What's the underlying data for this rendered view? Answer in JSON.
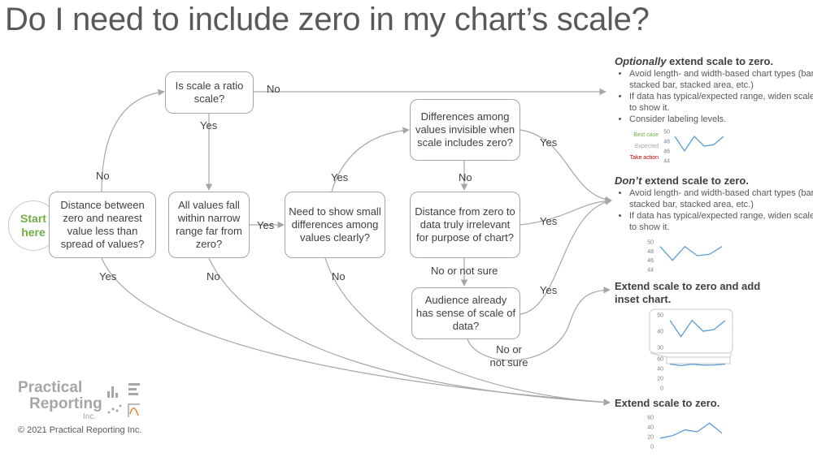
{
  "title": "Do I need to include zero in my chart’s scale?",
  "start": "Start here",
  "boxes": {
    "distance": "Distance between zero and nearest value less than spread of values?",
    "ratio": "Is scale a ratio scale?",
    "narrow": "All values fall within narrow range far from zero?",
    "small_diff": "Need to show small differences among values clearly?",
    "invisible": "Differences among values invisible when scale includes zero?",
    "irrelevant": "Distance from zero to data truly irrelevant for purpose of chart?",
    "audience": "Audience already has sense of scale of data?"
  },
  "labels": {
    "no_distance": "No",
    "yes_distance": "Yes",
    "no_ratio": "No",
    "yes_ratio": "Yes",
    "yes_narrow": "Yes",
    "no_narrow": "No",
    "yes_small": "Yes",
    "no_small": "No",
    "yes_invisible": "Yes",
    "no_invisible": "No",
    "yes_irrelevant": "Yes",
    "notsure_irrelevant": "No or not sure",
    "yes_audience": "Yes",
    "notsure_audience_1": "No or",
    "notsure_audience_2": "not sure"
  },
  "outcomes": {
    "optional": {
      "head_em": "Optionally",
      "head_rest": " extend scale to zero.",
      "bullets": [
        "Avoid length- and width-based chart types (bar, stacked bar, stacked area, etc.)",
        "If data has typical/expected range, widen scale to show it.",
        "Consider labeling levels."
      ]
    },
    "dont": {
      "head_em": "Don’t",
      "head_rest": " extend scale to zero.",
      "bullets": [
        "Avoid length- and width-based chart types (bar, stacked bar, stacked area, etc.)",
        "If data has typical/expected range, widen scale to show it."
      ]
    },
    "inset": {
      "head": "Extend scale to zero and add inset chart."
    },
    "extend": {
      "head": "Extend scale to zero."
    }
  },
  "mini_charts": {
    "levels": [
      "Best case",
      "Expected",
      "Take action"
    ],
    "level_colors": [
      "#70ad47",
      "#a6a6a6",
      "#c00000"
    ],
    "line_color": "#5b9bd5",
    "ticks_44_50": [
      "50",
      "48",
      "46",
      "44"
    ],
    "ticks_0_50": [
      "50",
      "40",
      "30"
    ],
    "ticks_0_60": [
      "60",
      "40",
      "20",
      "0"
    ],
    "series_narrow": [
      49,
      46,
      49,
      47,
      47.3,
      49
    ],
    "series_inset": [
      49,
      46,
      49,
      47,
      47.3,
      49
    ],
    "series_zero": [
      17,
      22,
      34,
      30,
      48,
      27
    ]
  },
  "logo": {
    "line1": "Practical",
    "line2": "Reporting",
    "line3": "Inc."
  },
  "copyright": "© 2021 Practical Reporting Inc."
}
